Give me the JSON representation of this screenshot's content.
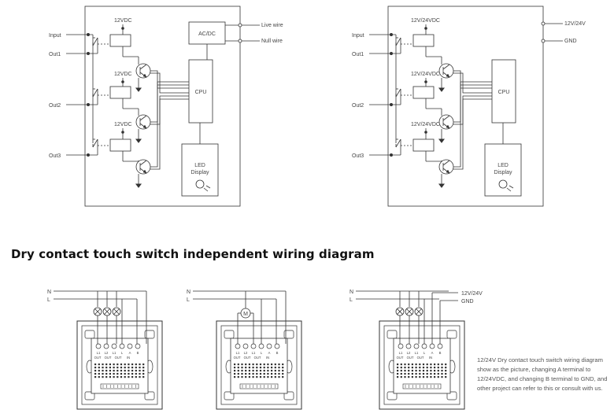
{
  "colors": {
    "line": "#333333",
    "text": "#444444",
    "background": "#ffffff"
  },
  "top_left": {
    "inputs": {
      "input": "Input",
      "out1": "Out1",
      "out2": "Out2",
      "out3": "Out3"
    },
    "voltage": "12VDC",
    "acdc": "AC/DC",
    "live": "Live wire",
    "null": "Null wire",
    "cpu": "CPU",
    "led_line1": "LED",
    "led_line2": "Display"
  },
  "top_right": {
    "inputs": {
      "input": "Input",
      "out1": "Out1",
      "out2": "Out2",
      "out3": "Out3"
    },
    "voltage": "12V/24VDC",
    "power": "12V/24V",
    "gnd": "GND",
    "cpu": "CPU",
    "led_line1": "LED",
    "led_line2": "Display"
  },
  "section_title": "Dry contact touch switch independent wiring diagram",
  "bottom": {
    "n": "N",
    "l": "L",
    "power": "12V/24V",
    "gnd": "GND",
    "motor": "M",
    "terminals_top": [
      "L1",
      "L2",
      "L1",
      "L",
      "A",
      "B"
    ],
    "terminals_bottom": [
      "OUT",
      "OUT",
      "OUT",
      "IN"
    ]
  },
  "note_lines": [
    "12/24V Dry contact touch switch wiring diagram",
    "show as the picture, changing A terminal to",
    "12/24VDC, and changing B terminal to GND, and",
    "other project can refer to this or consult with us."
  ]
}
